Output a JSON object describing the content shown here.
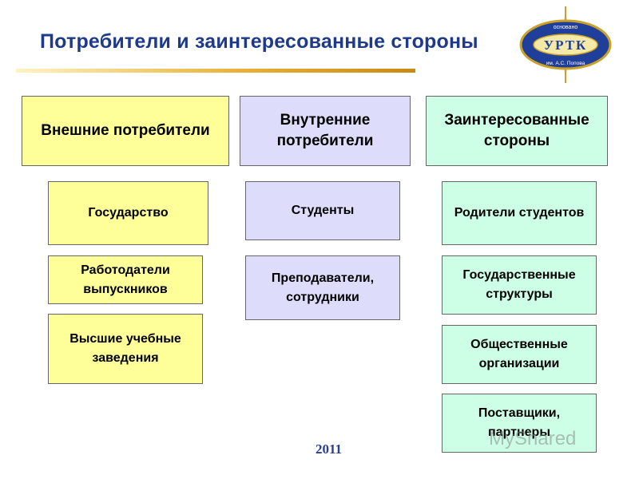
{
  "title": "Потребители и заинтересованные стороны",
  "logo": {
    "text": "УРТК",
    "ring_top": "основано",
    "ring_bottom": "им. А.С. Попова"
  },
  "columns": [
    {
      "header": "Внешние потребители",
      "items": [
        "Государство",
        "Работодатели выпускников",
        "Высшие учебные заведения"
      ]
    },
    {
      "header": "Внутренние потребители",
      "items": [
        "Студенты",
        "Преподаватели, сотрудники"
      ]
    },
    {
      "header": "Заинтересованные стороны",
      "items": [
        "Родители студентов",
        "Государственные структуры",
        "Общественные организации",
        "Поставщики, партнеры"
      ]
    }
  ],
  "year": "2011",
  "watermark": "MyShared",
  "colors": {
    "external": "#ffff99",
    "internal": "#ddddfb",
    "stakeholders": "#ccffe6",
    "title": "#1f3a8a"
  }
}
